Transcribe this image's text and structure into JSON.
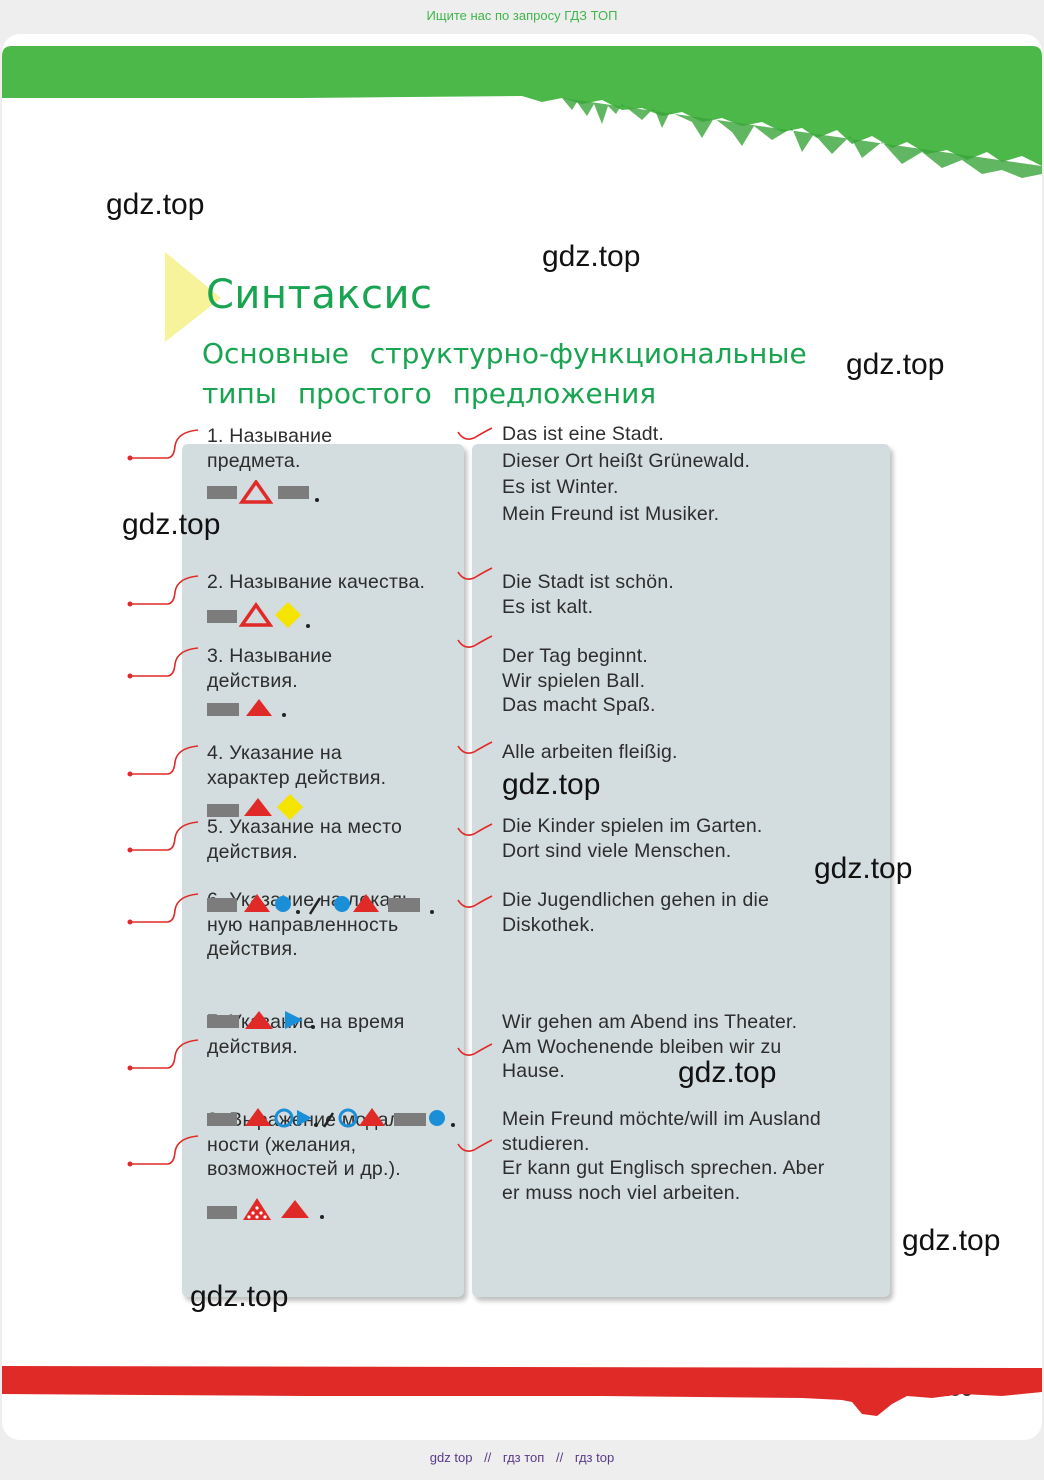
{
  "topbar": {
    "text": "Ищите нас по запросу ГДЗ ТОП"
  },
  "header": {
    "title": "Синтаксис",
    "subtitle_line1": "Основные структурно-функциональные",
    "subtitle_line2": "типы простого предложения"
  },
  "watermark": "gdz.top",
  "types": [
    {
      "number": "1.",
      "lines": [
        "Называние",
        "предмета."
      ],
      "examples": [
        "Das ist eine Stadt.",
        "Dieser Ort heißt Grünewald.",
        "Es ist Winter.",
        "Mein Freund ist Musiker."
      ]
    },
    {
      "number": "2.",
      "lines": [
        "Называние качества."
      ],
      "examples": [
        "Die Stadt ist schön.",
        "Es ist kalt."
      ]
    },
    {
      "number": "3.",
      "lines": [
        "Называние",
        "действия."
      ],
      "examples": [
        "Der Tag beginnt.",
        "Wir spielen Ball.",
        "Das macht Spaß."
      ]
    },
    {
      "number": "4.",
      "lines": [
        "Указание на",
        "характер действия."
      ],
      "examples": [
        "Alle arbeiten fleißig."
      ]
    },
    {
      "number": "5.",
      "lines": [
        "Указание на место",
        "действия."
      ],
      "examples": [
        "Die Kinder spielen im Garten.",
        "Dort sind viele Menschen."
      ]
    },
    {
      "number": "6.",
      "lines": [
        "Указание на локаль-",
        "ную направленность",
        "действия."
      ],
      "examples": [
        "Die Jugendlichen gehen in die",
        "Diskothek."
      ]
    },
    {
      "number": "7.",
      "lines": [
        "Указание на время",
        "действия."
      ],
      "examples": [
        "Wir gehen am Abend ins Theater.",
        "Am Wochenende bleiben wir zu",
        "Hause."
      ]
    },
    {
      "number": "8.",
      "lines": [
        "Выражение модаль-",
        "ности (желания,",
        "возможностей и др.)."
      ],
      "examples": [
        "Mein Freund möchte/will im Ausland",
        "studieren.",
        "Er kann gut Englisch sprechen. Aber",
        "er muss noch viel arbeiten."
      ]
    }
  ],
  "page_number": "199",
  "footer": {
    "items": [
      "gdz top",
      "//",
      "гдз топ",
      "//",
      "гдз top"
    ]
  },
  "colors": {
    "green": "#4db84a",
    "title_green": "#18a450",
    "red": "#e02a28",
    "panel": "#d3dcde",
    "blue": "#1a8fd8",
    "yellow": "#f5e400"
  }
}
